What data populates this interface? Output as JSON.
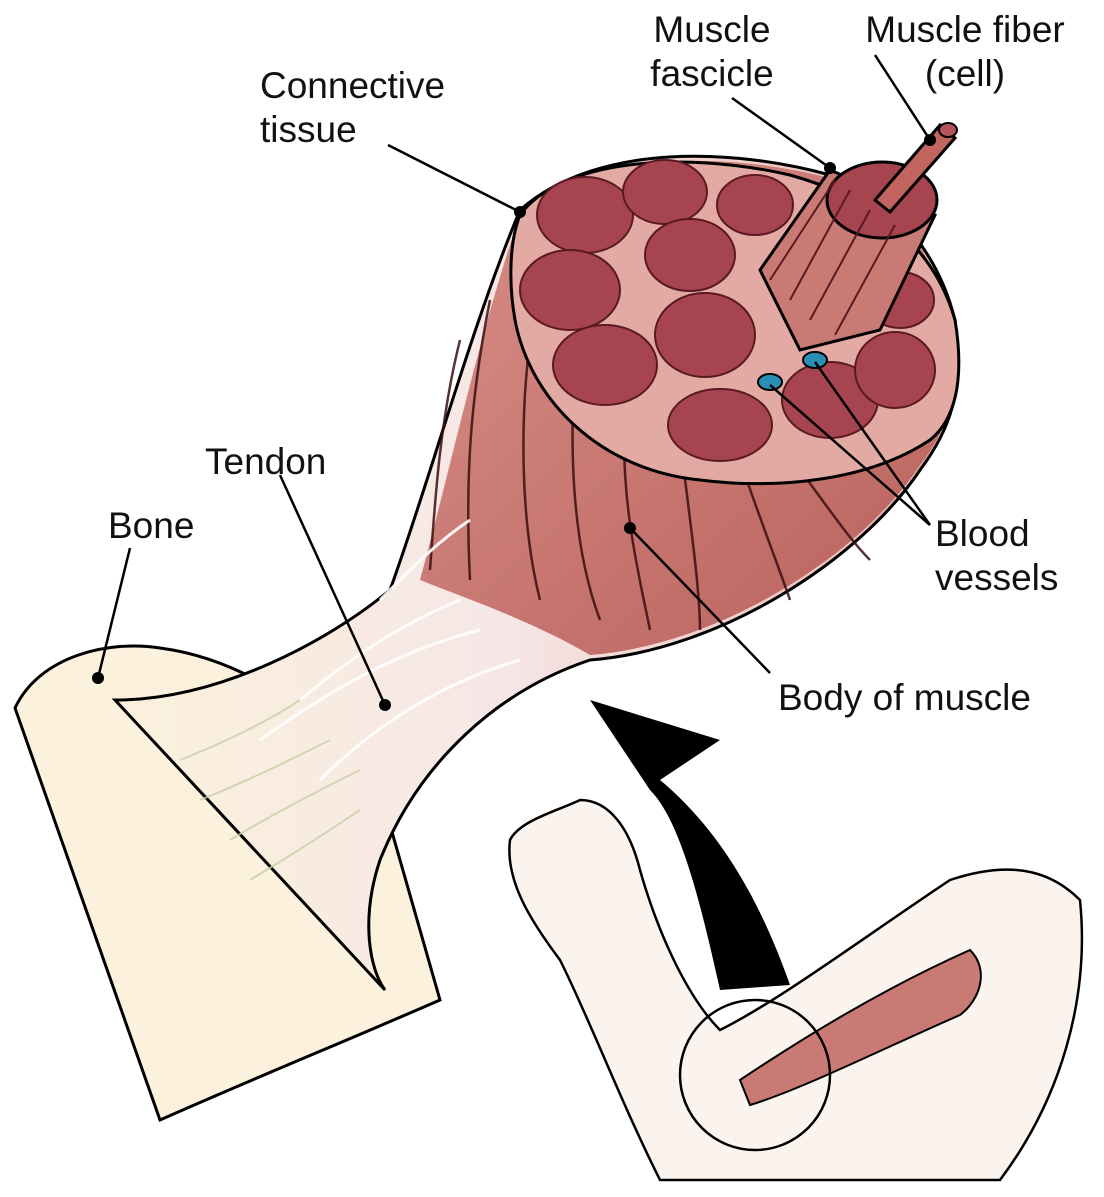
{
  "labels": {
    "muscle_fascicle": [
      "Muscle",
      "fascicle"
    ],
    "muscle_fiber": [
      "Muscle fiber",
      "(cell)"
    ],
    "connective_tissue": [
      "Connective",
      "tissue"
    ],
    "tendon": "Tendon",
    "bone": "Bone",
    "blood_vessels": [
      "Blood",
      "vessels"
    ],
    "body_of_muscle": "Body of muscle"
  },
  "colors": {
    "muscle": "#c97a74",
    "muscle_dark": "#8e3a3f",
    "muscle_light": "#e3aaa3",
    "fascicle_fill": "#a64450",
    "bone": "#fbf1dc",
    "tendon": "#f1dcd8",
    "skin": "#fbf4ee",
    "arrow": "#000000",
    "vessel": "#2a8fb4"
  }
}
